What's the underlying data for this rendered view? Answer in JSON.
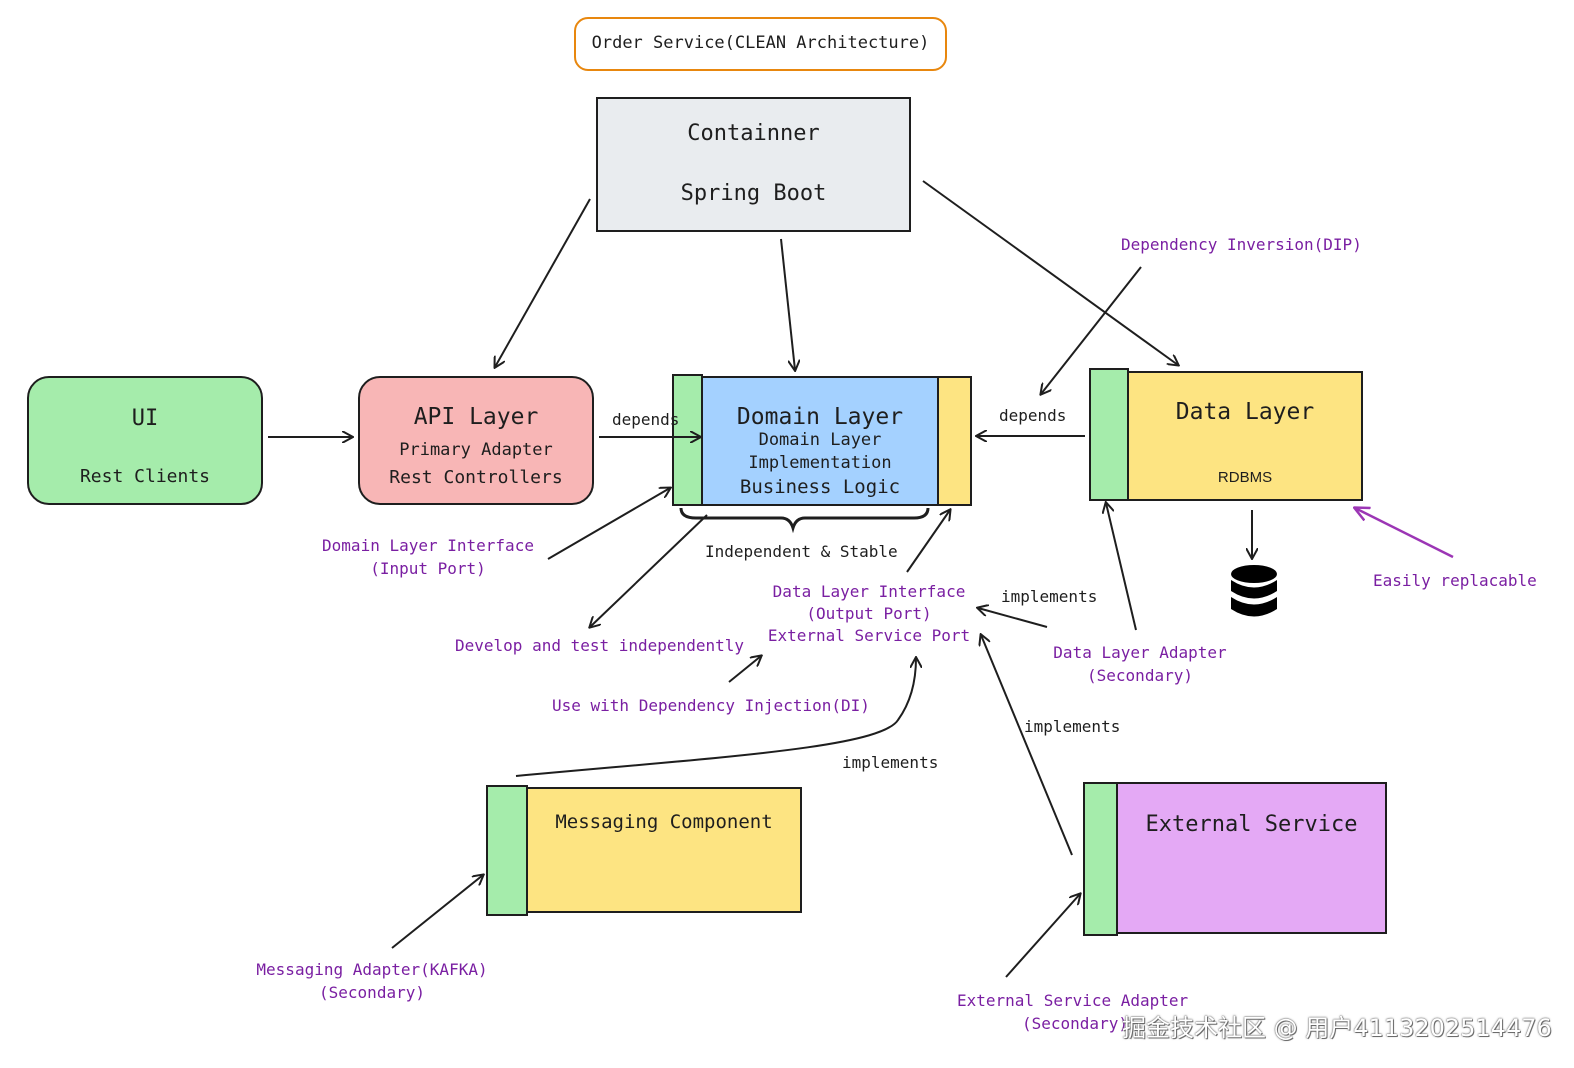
{
  "title": "Order Service(CLEAN Architecture)",
  "container": {
    "line1": "Containner",
    "line2": "Spring Boot"
  },
  "ui": {
    "title": "UI",
    "subtitle": "Rest Clients"
  },
  "api": {
    "title": "API Layer",
    "line1": "Primary Adapter",
    "line2": "Rest Controllers"
  },
  "domain": {
    "title": "Domain Layer",
    "line1": "Domain Layer",
    "line2": "Implementation",
    "line3": "Business Logic"
  },
  "data_layer": {
    "title": "Data Layer",
    "subtitle": "RDBMS"
  },
  "messaging": {
    "title": "Messaging Component"
  },
  "external": {
    "title": "External Service"
  },
  "labels": {
    "depends_left": "depends",
    "depends_right": "depends",
    "dip": "Dependency Inversion(DIP)",
    "input_port_1": "Domain Layer Interface",
    "input_port_2": "(Input Port)",
    "independent": "Independent & Stable",
    "output_port_1": "Data Layer Interface",
    "output_port_2": "(Output Port)",
    "output_port_3": "External Service Port",
    "implements_1": "implements",
    "implements_2": "implements",
    "implements_3": "implements",
    "develop": "Develop and test independently",
    "di": "Use with Dependency Injection(DI)",
    "data_adapter_1": "Data Layer Adapter",
    "data_adapter_2": "(Secondary)",
    "easily": "Easily replacable",
    "msg_adapter_1": "Messaging Adapter(KAFKA)",
    "msg_adapter_2": "(Secondary)",
    "ext_adapter_1": "External Service Adapter",
    "ext_adapter_2": "(Secondary)",
    "watermark": "掘金技术社区 @ 用户4113202514476"
  },
  "icons": {
    "database": "database-icon"
  },
  "colors": {
    "green": "#a5ecab",
    "pink": "#f8b6b6",
    "blue": "#a4d1ff",
    "yellow": "#fde482",
    "gray": "#e9ecef",
    "purple_box": "#e4a9f5",
    "orange_border": "#e8870e",
    "annotation_purple": "#7a1fa2"
  }
}
